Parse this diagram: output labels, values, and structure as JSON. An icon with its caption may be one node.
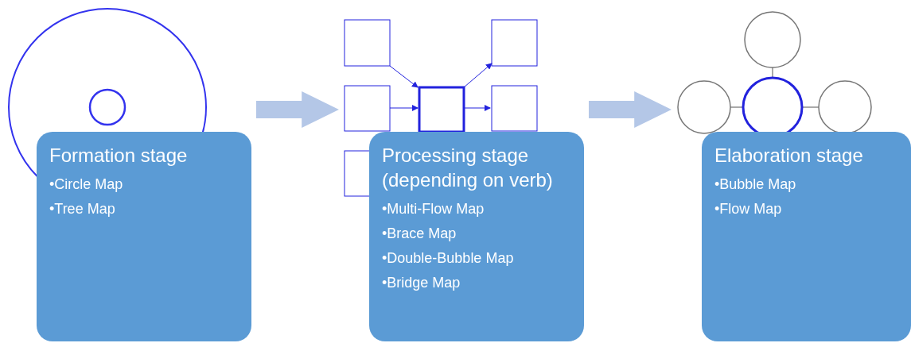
{
  "diagram": {
    "nodes": [
      {
        "text": [
          "Formation stage",
          "•Circle Map",
          "•Tree Map"
        ]
      },
      {
        "text": [
          "Processing stage (depending on verb)",
          "•Multi-Flow Map",
          "•Brace Map",
          "•Double-Bubble Map",
          "•Bridge Map"
        ]
      },
      {
        "text": [
          "Elaboration stage",
          "•Bubble Map",
          "•Flow Map"
        ]
      }
    ],
    "edges": [
      {
        "from": 0,
        "to": 1,
        "arrow": "to"
      },
      {
        "from": 1,
        "to": 2,
        "arrow": "to"
      }
    ]
  }
}
